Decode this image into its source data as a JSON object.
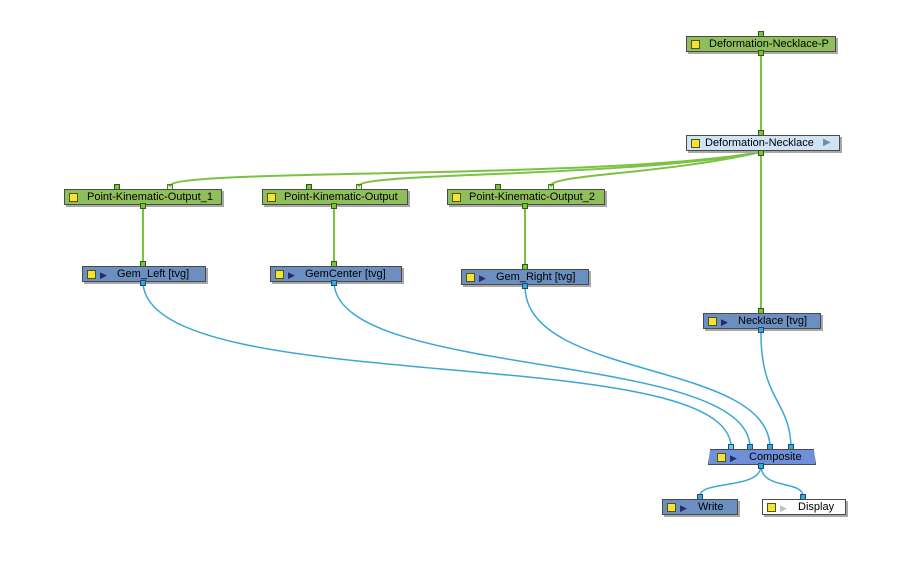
{
  "colors": {
    "peg_node": "#8fbf5a",
    "drawing_node": "#6b8fc0",
    "deformation_node": "#cfe3f6",
    "composite_node": "#6f90d8",
    "display_node": "#fdfdfd",
    "green_wire": "#7cc242",
    "blue_wire": "#3aa7d6"
  },
  "icons": {
    "enable_toggle": "yellow-square-icon",
    "expand": "play-triangle-icon"
  },
  "nodes": {
    "deformation_necklace_p": {
      "label": "Deformation-Necklace-P"
    },
    "deformation_necklace": {
      "label": "Deformation-Necklace",
      "arrow": "▶"
    },
    "pk_output_1": {
      "label": "Point-Kinematic-Output_1"
    },
    "pk_output": {
      "label": "Point-Kinematic-Output"
    },
    "pk_output_2": {
      "label": "Point-Kinematic-Output_2"
    },
    "gem_left": {
      "label": "Gem_Left  [tvg]"
    },
    "gem_center": {
      "label": "GemCenter  [tvg]"
    },
    "gem_right": {
      "label": "Gem_Right  [tvg]"
    },
    "necklace": {
      "label": "Necklace  [tvg]"
    },
    "composite": {
      "label": "Composite"
    },
    "write": {
      "label": "Write"
    },
    "display": {
      "label": "Display"
    }
  }
}
